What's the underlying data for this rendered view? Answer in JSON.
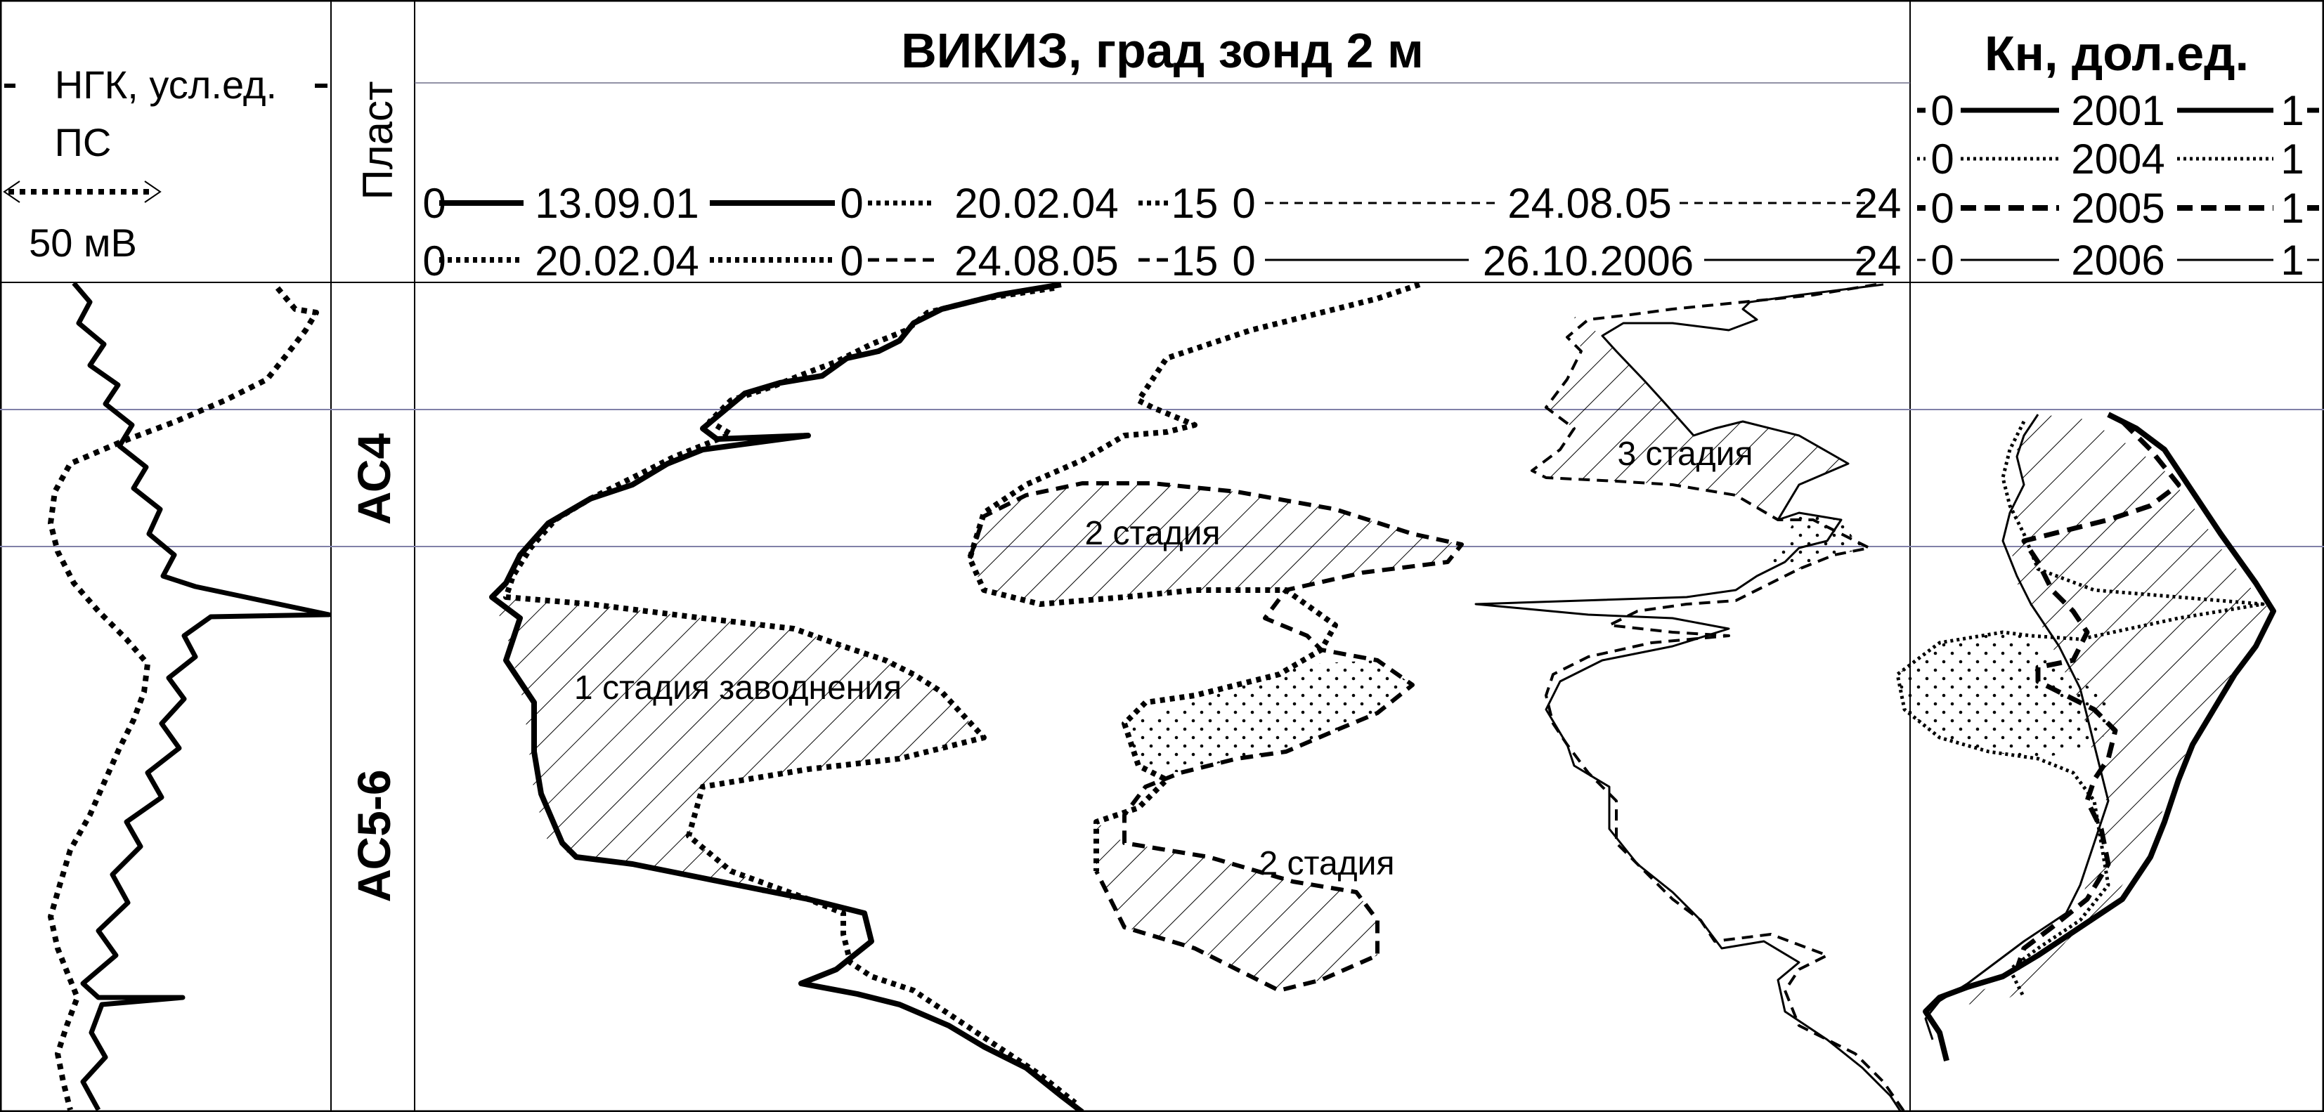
{
  "left_track": {
    "ngk_label": "НГК, усл.ед.",
    "ps_label": "ПС",
    "ps_scale": "50 мВ"
  },
  "layer_column": {
    "header": "Пласт",
    "layers": [
      {
        "name": "АС4"
      },
      {
        "name": "АС5-6"
      }
    ]
  },
  "vikiz_track": {
    "title": "ВИКИЗ, град  зонд 2 м",
    "scale_row_1": [
      {
        "min": "0",
        "date": "13.09.01",
        "max": "0",
        "style": "solid-thick"
      },
      {
        "min": "",
        "date": "20.02.04",
        "max": "15",
        "style": "dotted"
      },
      {
        "min": "0",
        "date": "24.08.05",
        "max": "24",
        "style": "dashed-thin"
      }
    ],
    "scale_row_2": [
      {
        "min": "0",
        "date": "20.02.04",
        "max": "0",
        "style": "dotted"
      },
      {
        "min": "",
        "date": "24.08.05",
        "max": "15",
        "style": "dashed"
      },
      {
        "min": "0",
        "date": "26.10.2006",
        "max": "24",
        "style": "solid-thin"
      }
    ],
    "annotations": {
      "stage1": "1 стадия заводнения",
      "stage2_upper": "2 стадия",
      "stage2_lower": "2 стадия",
      "stage3": "3 стадия"
    }
  },
  "kn_track": {
    "title": "Кн, дол.ед.",
    "legend": [
      {
        "min": "0",
        "year": "2001",
        "max": "1",
        "style": "solid-thick"
      },
      {
        "min": "0",
        "year": "2004",
        "max": "1",
        "style": "dotted"
      },
      {
        "min": "0",
        "year": "2005",
        "max": "1",
        "style": "dashed-thick"
      },
      {
        "min": "0",
        "year": "2006",
        "max": "1",
        "style": "solid-thin"
      }
    ]
  }
}
